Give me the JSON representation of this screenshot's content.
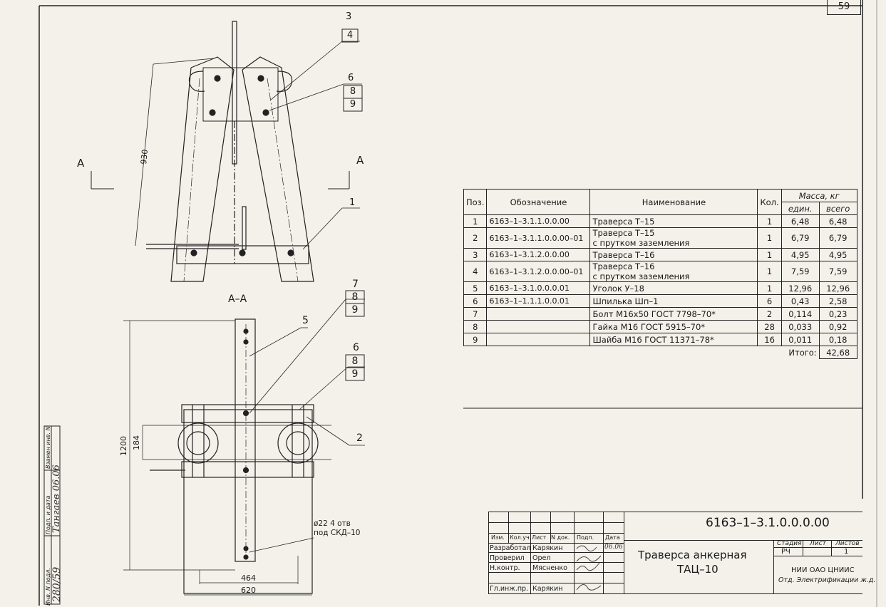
{
  "sheet_number": "59",
  "drawing": {
    "callouts": {
      "top_right_1": "3",
      "top_right_1_box": "4",
      "top_right_2": "6",
      "top_right_2_box_a": "8",
      "top_right_2_box_b": "9",
      "pos_1": "1",
      "section_mark_left": "A",
      "section_mark_right": "A",
      "dim_930": "930",
      "section_title": "А–А",
      "bottom_7": "7",
      "bottom_7_box_a": "8",
      "bottom_7_box_b": "9",
      "pos_5": "5",
      "bottom_6": "6",
      "bottom_6_box_a": "8",
      "bottom_6_box_b": "9",
      "pos_2": "2",
      "dim_1200": "1200",
      "dim_184": "184",
      "dim_464": "464",
      "dim_620": "620",
      "hole_note_1": "ø22 4 отв",
      "hole_note_2": "под СКД–10"
    }
  },
  "spec_table": {
    "headers": {
      "pos": "Поз.",
      "designation": "Обозначение",
      "name": "Наименование",
      "qty": "Кол.",
      "mass": "Масса, кг",
      "mass_unit": "един.",
      "mass_total": "всего"
    },
    "rows": [
      {
        "pos": "1",
        "designation": "6163–1–3.1.1.0.0.00",
        "name1": "Траверса Т–15",
        "name2": "",
        "qty": "1",
        "unit": "6,48",
        "total": "6,48"
      },
      {
        "pos": "2",
        "designation": "6163–1–3.1.1.0.0.00–01",
        "name1": "Траверса Т–15",
        "name2": "с прутком заземления",
        "qty": "1",
        "unit": "6,79",
        "total": "6,79"
      },
      {
        "pos": "3",
        "designation": "6163–1–3.1.2.0.0.00",
        "name1": "Траверса Т–16",
        "name2": "",
        "qty": "1",
        "unit": "4,95",
        "total": "4,95"
      },
      {
        "pos": "4",
        "designation": "6163–1–3.1.2.0.0.00–01",
        "name1": "Траверса Т–16",
        "name2": "с прутком заземления",
        "qty": "1",
        "unit": "7,59",
        "total": "7,59"
      },
      {
        "pos": "5",
        "designation": "6163–1–3.1.0.0.0.01",
        "name1": "Уголок У–18",
        "name2": "",
        "qty": "1",
        "unit": "12,96",
        "total": "12,96"
      },
      {
        "pos": "6",
        "designation": "6163–1–1.1.1.0.0.01",
        "name1": "Шпилька Шп–1",
        "name2": "",
        "qty": "6",
        "unit": "0,43",
        "total": "2,58"
      },
      {
        "pos": "7",
        "designation": "",
        "name1": "Болт М16х50  ГОСТ 7798–70*",
        "name2": "",
        "qty": "2",
        "unit": "0,114",
        "total": "0,23"
      },
      {
        "pos": "8",
        "designation": "",
        "name1": "Гайка М16  ГОСТ 5915–70*",
        "name2": "",
        "qty": "28",
        "unit": "0,033",
        "total": "0,92"
      },
      {
        "pos": "9",
        "designation": "",
        "name1": "Шайба М16  ГОСТ 11371–78*",
        "name2": "",
        "qty": "16",
        "unit": "0,011",
        "total": "0,18"
      }
    ],
    "total_label": "Итого:",
    "total_value": "42,68"
  },
  "title_block": {
    "doc_code": "6163–1–3.1.0.0.0.00",
    "col_headers": [
      "Изм.",
      "Кол.уч.",
      "Лист",
      "N док.",
      "Подп.",
      "Дата"
    ],
    "roles": [
      {
        "role": "Разработал",
        "name": "Карякин",
        "sign": "",
        "date": "06.06"
      },
      {
        "role": "Проверил",
        "name": "Орел",
        "sign": "",
        "date": ""
      },
      {
        "role": "Н.контр.",
        "name": "Мясненко",
        "sign": "",
        "date": ""
      },
      {
        "role": "Гл.инж.пр.",
        "name": "Карякин",
        "sign": "",
        "date": ""
      }
    ],
    "name_line1": "Траверса анкерная",
    "name_line2": "ТАЦ–10",
    "stage_label": "Стадия",
    "sheet_label": "Лист",
    "sheets_label": "Листов",
    "stage_value": "РЧ",
    "sheets_value": "1",
    "org_line1": "НИИ ОАО ЦНИИС",
    "org_line2": "Отд. Электрификации ж.д."
  },
  "side_stamp": {
    "inv_label": "Инв. N подл.",
    "sign_label": "Подп. и дата",
    "replace_label": "Взамен инв. N",
    "inv_value": "280/59",
    "sign_value": "Тангаев 06.06"
  }
}
